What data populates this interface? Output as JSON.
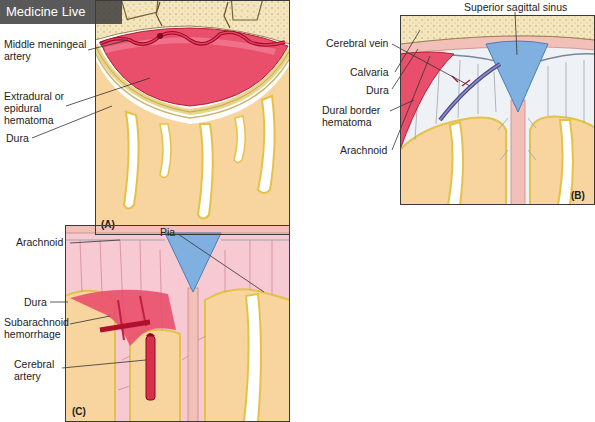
{
  "diagram": {
    "nodes": [
      {
        "text": [
          "(A)"
        ]
      },
      {
        "text": [
          "(B)"
        ]
      },
      {
        "text": [
          "(C)"
        ]
      }
    ],
    "labels": [
      "Medicine Live",
      "Middle meningeal artery",
      "Extradural or epidural hematoma",
      "Dura",
      "Superior sagittal sinus",
      "Cerebral vein",
      "Calvaria",
      "Dura",
      "Dural border hematoma",
      "Arachnoid",
      "Pia",
      "Arachnoid",
      "Dura",
      "Subarachnoid hemorrhage",
      "Cerebral artery"
    ]
  }
}
